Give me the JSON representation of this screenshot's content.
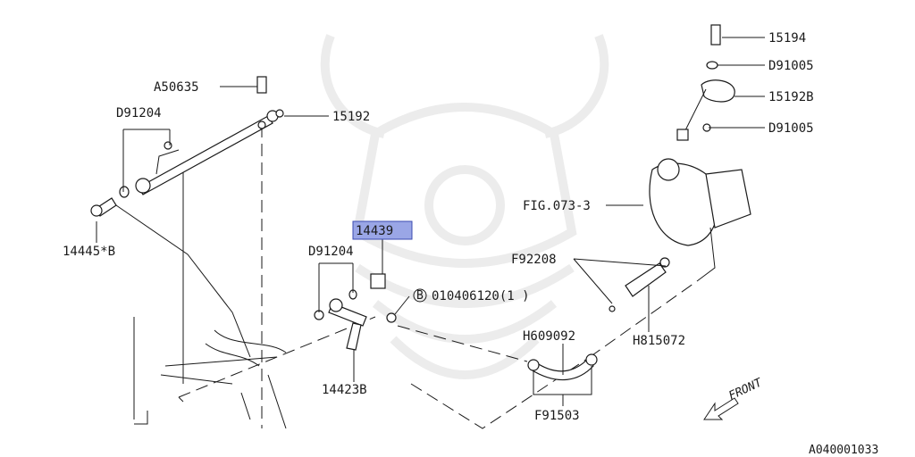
{
  "diagram": {
    "labels": {
      "p15194": "15194",
      "d91005_top": "D91005",
      "p15192b": "15192B",
      "d91005_bot": "D91005",
      "a50635": "A50635",
      "p15192": "15192",
      "d91204_top": "D91204",
      "fig073": "FIG.073-3",
      "p14439": "14439",
      "p14445b": "14445*B",
      "d91204_mid": "D91204",
      "f92208": "F92208",
      "b_circle": "B",
      "b_part": "010406120(1 )",
      "h609092": "H609092",
      "h815072": "H815072",
      "p14423b": "14423B",
      "f91503": "F91503",
      "front": "FRONT",
      "ref_code": "A040001033"
    },
    "highlight_color": "#9aa6e6"
  }
}
